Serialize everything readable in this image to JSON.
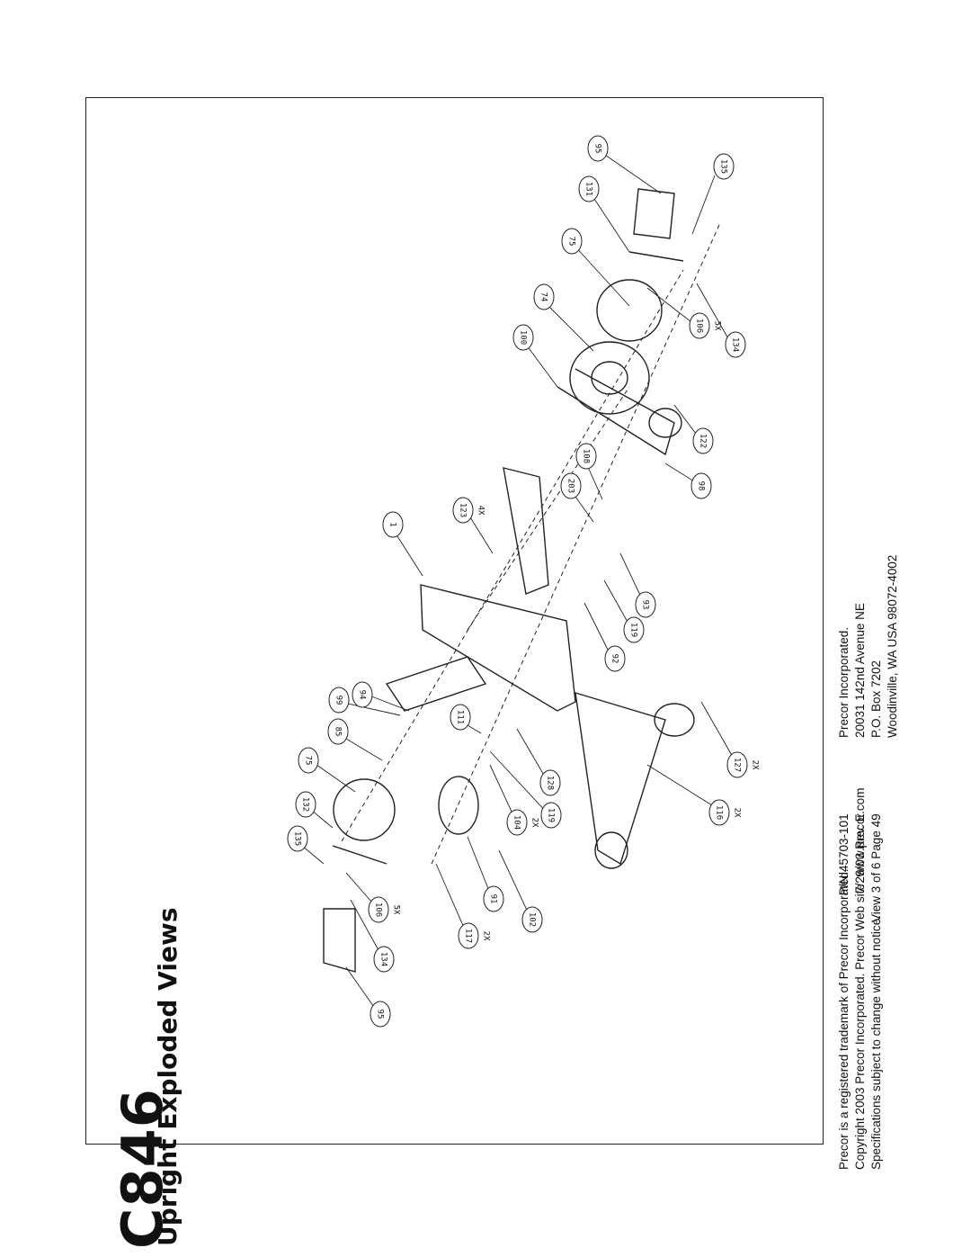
{
  "document": {
    "model": "C846",
    "section_title": "Upright Exploded Views",
    "footer_left": [
      "Precor is a registered trademark of Precor Incorporated.",
      "Copyright 2003 Precor Incorporated. Precor Web site: www.precor.com",
      "Specifications subject to change without notice."
    ],
    "footer_middle": [
      "Precor Incorporated.",
      "20031 142nd Avenue NE",
      "P.O. Box 7202",
      "Woodinville, WA    USA 98072-4002"
    ],
    "footer_right": [
      "P/N 45703-101",
      "7/29/03  Rev. E",
      "View 3 of 6   Page 49"
    ]
  },
  "callouts": [
    {
      "num": "95"
    },
    {
      "num": "131"
    },
    {
      "num": "135"
    },
    {
      "num": "75"
    },
    {
      "num": "74"
    },
    {
      "num": "100"
    },
    {
      "num": "106",
      "qty": "5X"
    },
    {
      "num": "134"
    },
    {
      "num": "122"
    },
    {
      "num": "108"
    },
    {
      "num": "203"
    },
    {
      "num": "98"
    },
    {
      "num": "123",
      "qty": "4X"
    },
    {
      "num": "1"
    },
    {
      "num": "93"
    },
    {
      "num": "119"
    },
    {
      "num": "92"
    },
    {
      "num": "99"
    },
    {
      "num": "94"
    },
    {
      "num": "85"
    },
    {
      "num": "75"
    },
    {
      "num": "111"
    },
    {
      "num": "128"
    },
    {
      "num": "119"
    },
    {
      "num": "132"
    },
    {
      "num": "135"
    },
    {
      "num": "104",
      "qty": "2X"
    },
    {
      "num": "127",
      "qty": "2X"
    },
    {
      "num": "116",
      "qty": "2X"
    },
    {
      "num": "106",
      "qty": "5X"
    },
    {
      "num": "91"
    },
    {
      "num": "102"
    },
    {
      "num": "117",
      "qty": "2X"
    },
    {
      "num": "134"
    },
    {
      "num": "95"
    }
  ]
}
